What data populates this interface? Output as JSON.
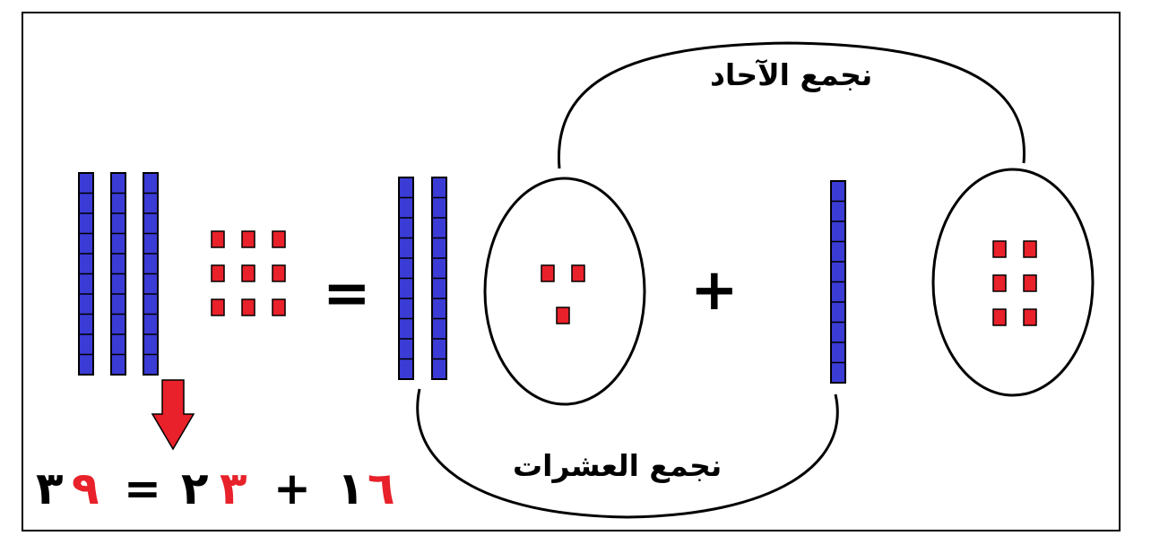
{
  "labels": {
    "ones": "نجمع الآحاد",
    "tens": "نجمع العشرات"
  },
  "symbols": {
    "equals": "=",
    "plus": "+"
  },
  "equation": {
    "tens_a": "١",
    "ones_a": "٦",
    "plus": "+",
    "tens_b": "٢",
    "ones_b": "٣",
    "equals": "=",
    "tens_result": "٣",
    "ones_result": "٩"
  },
  "blocks": {
    "first_addend": {
      "tens": 1,
      "ones": 6
    },
    "second_addend": {
      "tens": 2,
      "ones": 3
    },
    "result": {
      "tens": 3,
      "ones": 9
    }
  },
  "colors": {
    "tens_rod": "#3b3bd6",
    "unit_cube": "#e8212a",
    "arrow": "#e8212a",
    "ink": "#000000"
  }
}
